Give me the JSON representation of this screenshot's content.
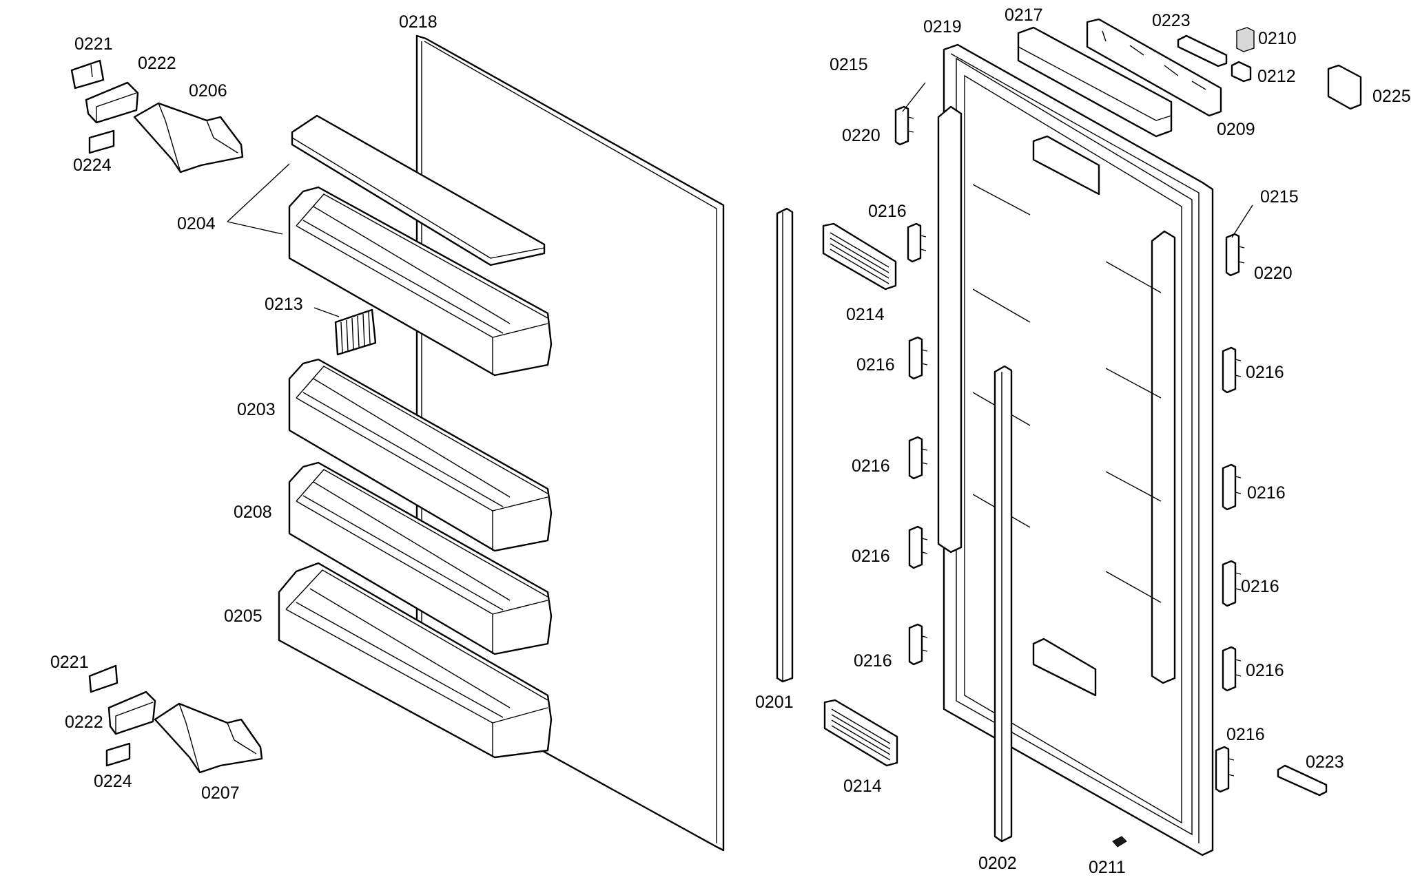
{
  "labels": {
    "l0221a": "0221",
    "l0222a": "0222",
    "l0206": "0206",
    "l0224a": "0224",
    "l0204": "0204",
    "l0213": "0213",
    "l0203": "0203",
    "l0208": "0208",
    "l0205": "0205",
    "l0221b": "0221",
    "l0222b": "0222",
    "l0224b": "0224",
    "l0207": "0207",
    "l0218": "0218",
    "l0201": "0201",
    "l0219": "0219",
    "l0217": "0217",
    "l0223a": "0223",
    "l0210": "0210",
    "l0212": "0212",
    "l0225": "0225",
    "l0209": "0209",
    "l0215a": "0215",
    "l0220a": "0220",
    "l0215b": "0215",
    "l0220b": "0220",
    "l0214a": "0214",
    "l0214b": "0214",
    "l0216a": "0216",
    "l0216b": "0216",
    "l0216c": "0216",
    "l0216d": "0216",
    "l0216e": "0216",
    "l0216f": "0216",
    "l0216g": "0216",
    "l0216h": "0216",
    "l0216i": "0216",
    "l0216j": "0216",
    "l0202": "0202",
    "l0211": "0211",
    "l0223b": "0223"
  }
}
